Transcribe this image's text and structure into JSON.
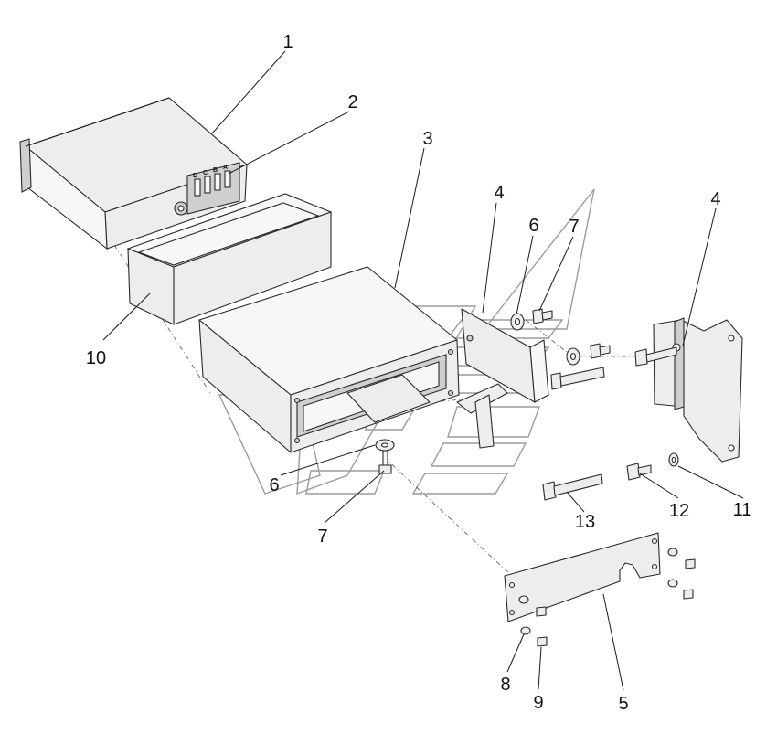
{
  "callouts": {
    "c1": "1",
    "c2": "2",
    "c3": "3",
    "c4a": "4",
    "c4b": "4",
    "c5": "5",
    "c6a": "6",
    "c6b": "6",
    "c7a": "7",
    "c7b": "7",
    "c8": "8",
    "c9": "9",
    "c10": "10",
    "c11": "11",
    "c12": "12",
    "c13": "13"
  },
  "connector_pins": {
    "pD": "D",
    "pC": "C",
    "pB": "B",
    "pA": "A"
  }
}
